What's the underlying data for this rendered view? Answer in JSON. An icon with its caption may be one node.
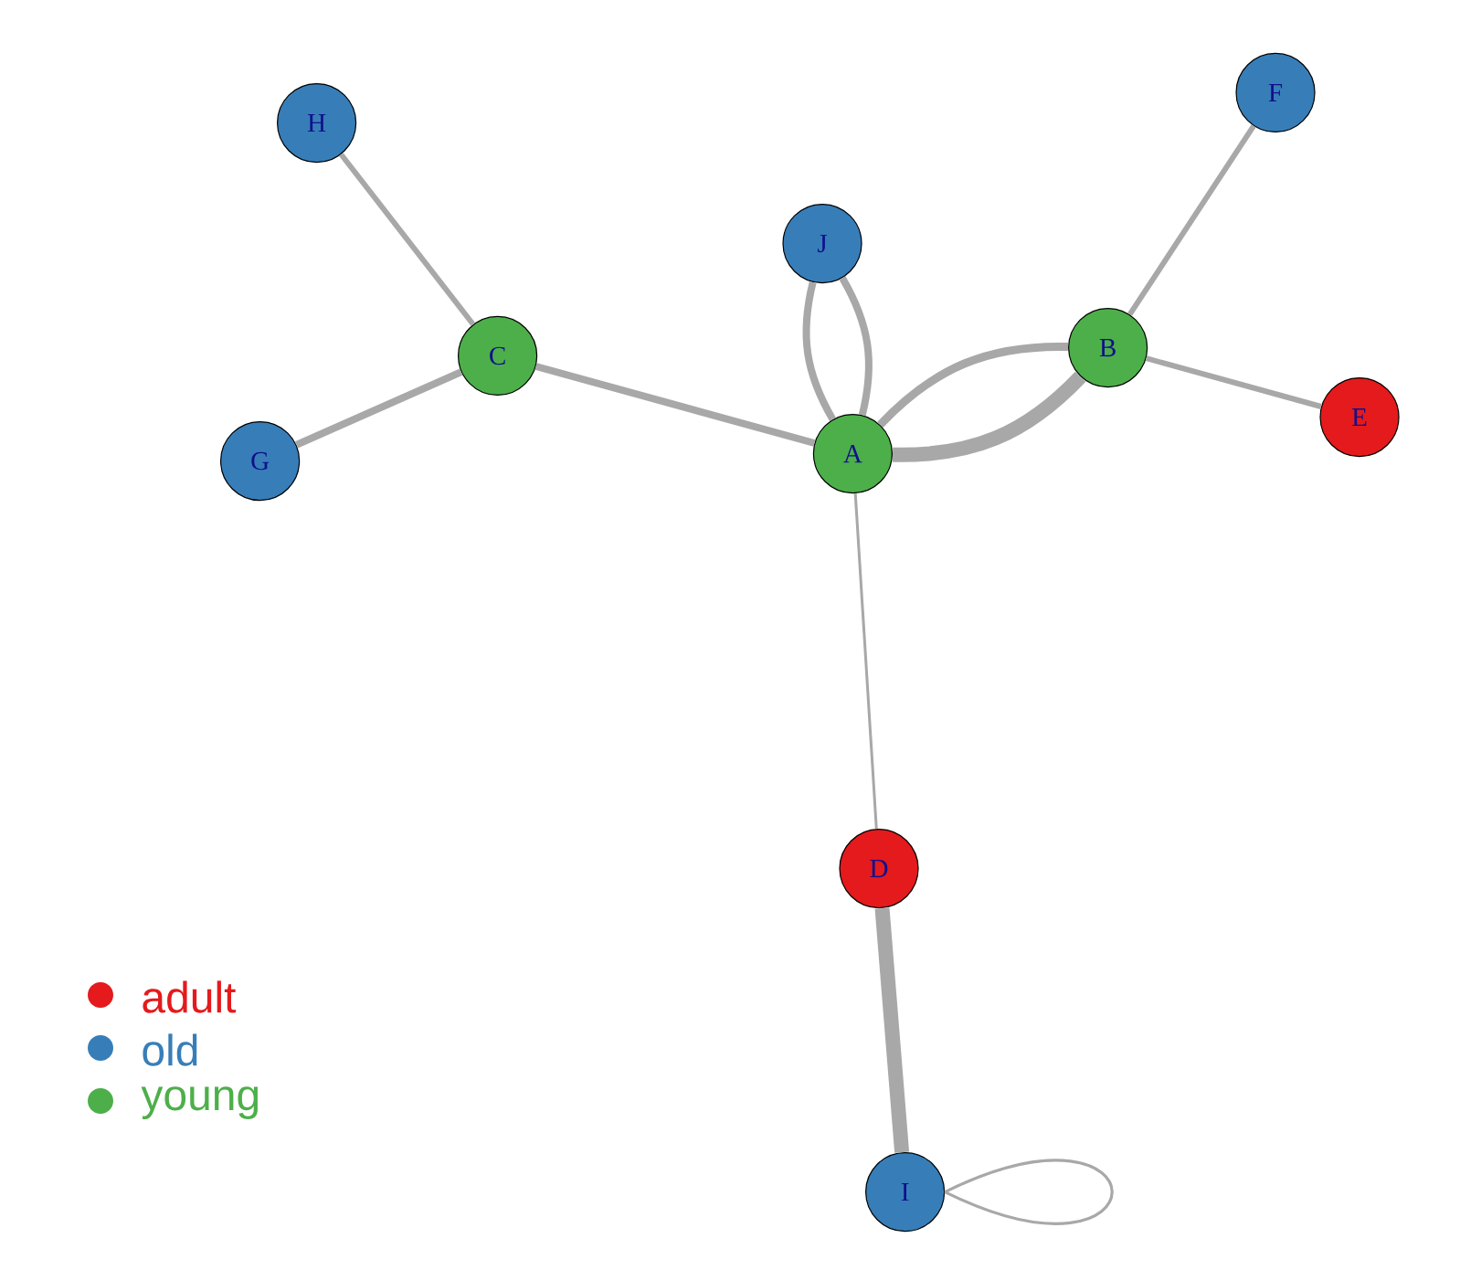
{
  "diagram": {
    "nodes": [
      {
        "text": [
          "A"
        ]
      },
      {
        "text": [
          "B"
        ]
      },
      {
        "text": [
          "C"
        ]
      },
      {
        "text": [
          "D"
        ]
      },
      {
        "text": [
          "E"
        ]
      },
      {
        "text": [
          "F"
        ]
      },
      {
        "text": [
          "G"
        ]
      },
      {
        "text": [
          "H"
        ]
      },
      {
        "text": [
          "I"
        ]
      },
      {
        "text": [
          "J"
        ]
      }
    ],
    "edges": [
      {
        "from": 7,
        "to": 2,
        "arrow": "none"
      },
      {
        "from": 6,
        "to": 2,
        "arrow": "none"
      },
      {
        "from": 2,
        "to": 0,
        "arrow": "none"
      },
      {
        "from": 9,
        "to": 0,
        "arrow": "none"
      },
      {
        "from": 9,
        "to": 0,
        "arrow": "none"
      },
      {
        "from": 0,
        "to": 1,
        "arrow": "none"
      },
      {
        "from": 0,
        "to": 1,
        "arrow": "none",
        "style": "thick"
      },
      {
        "from": 1,
        "to": 5,
        "arrow": "none"
      },
      {
        "from": 1,
        "to": 4,
        "arrow": "none"
      },
      {
        "from": 0,
        "to": 3,
        "arrow": "none"
      },
      {
        "from": 3,
        "to": 8,
        "arrow": "none",
        "style": "thick"
      },
      {
        "from": 8,
        "to": 8,
        "arrow": "none"
      }
    ],
    "legend": [
      {
        "text": "adult",
        "color": "#e41a1c"
      },
      {
        "text": "old",
        "color": "#377eb8"
      },
      {
        "text": "young",
        "color": "#4daf4a"
      }
    ]
  }
}
